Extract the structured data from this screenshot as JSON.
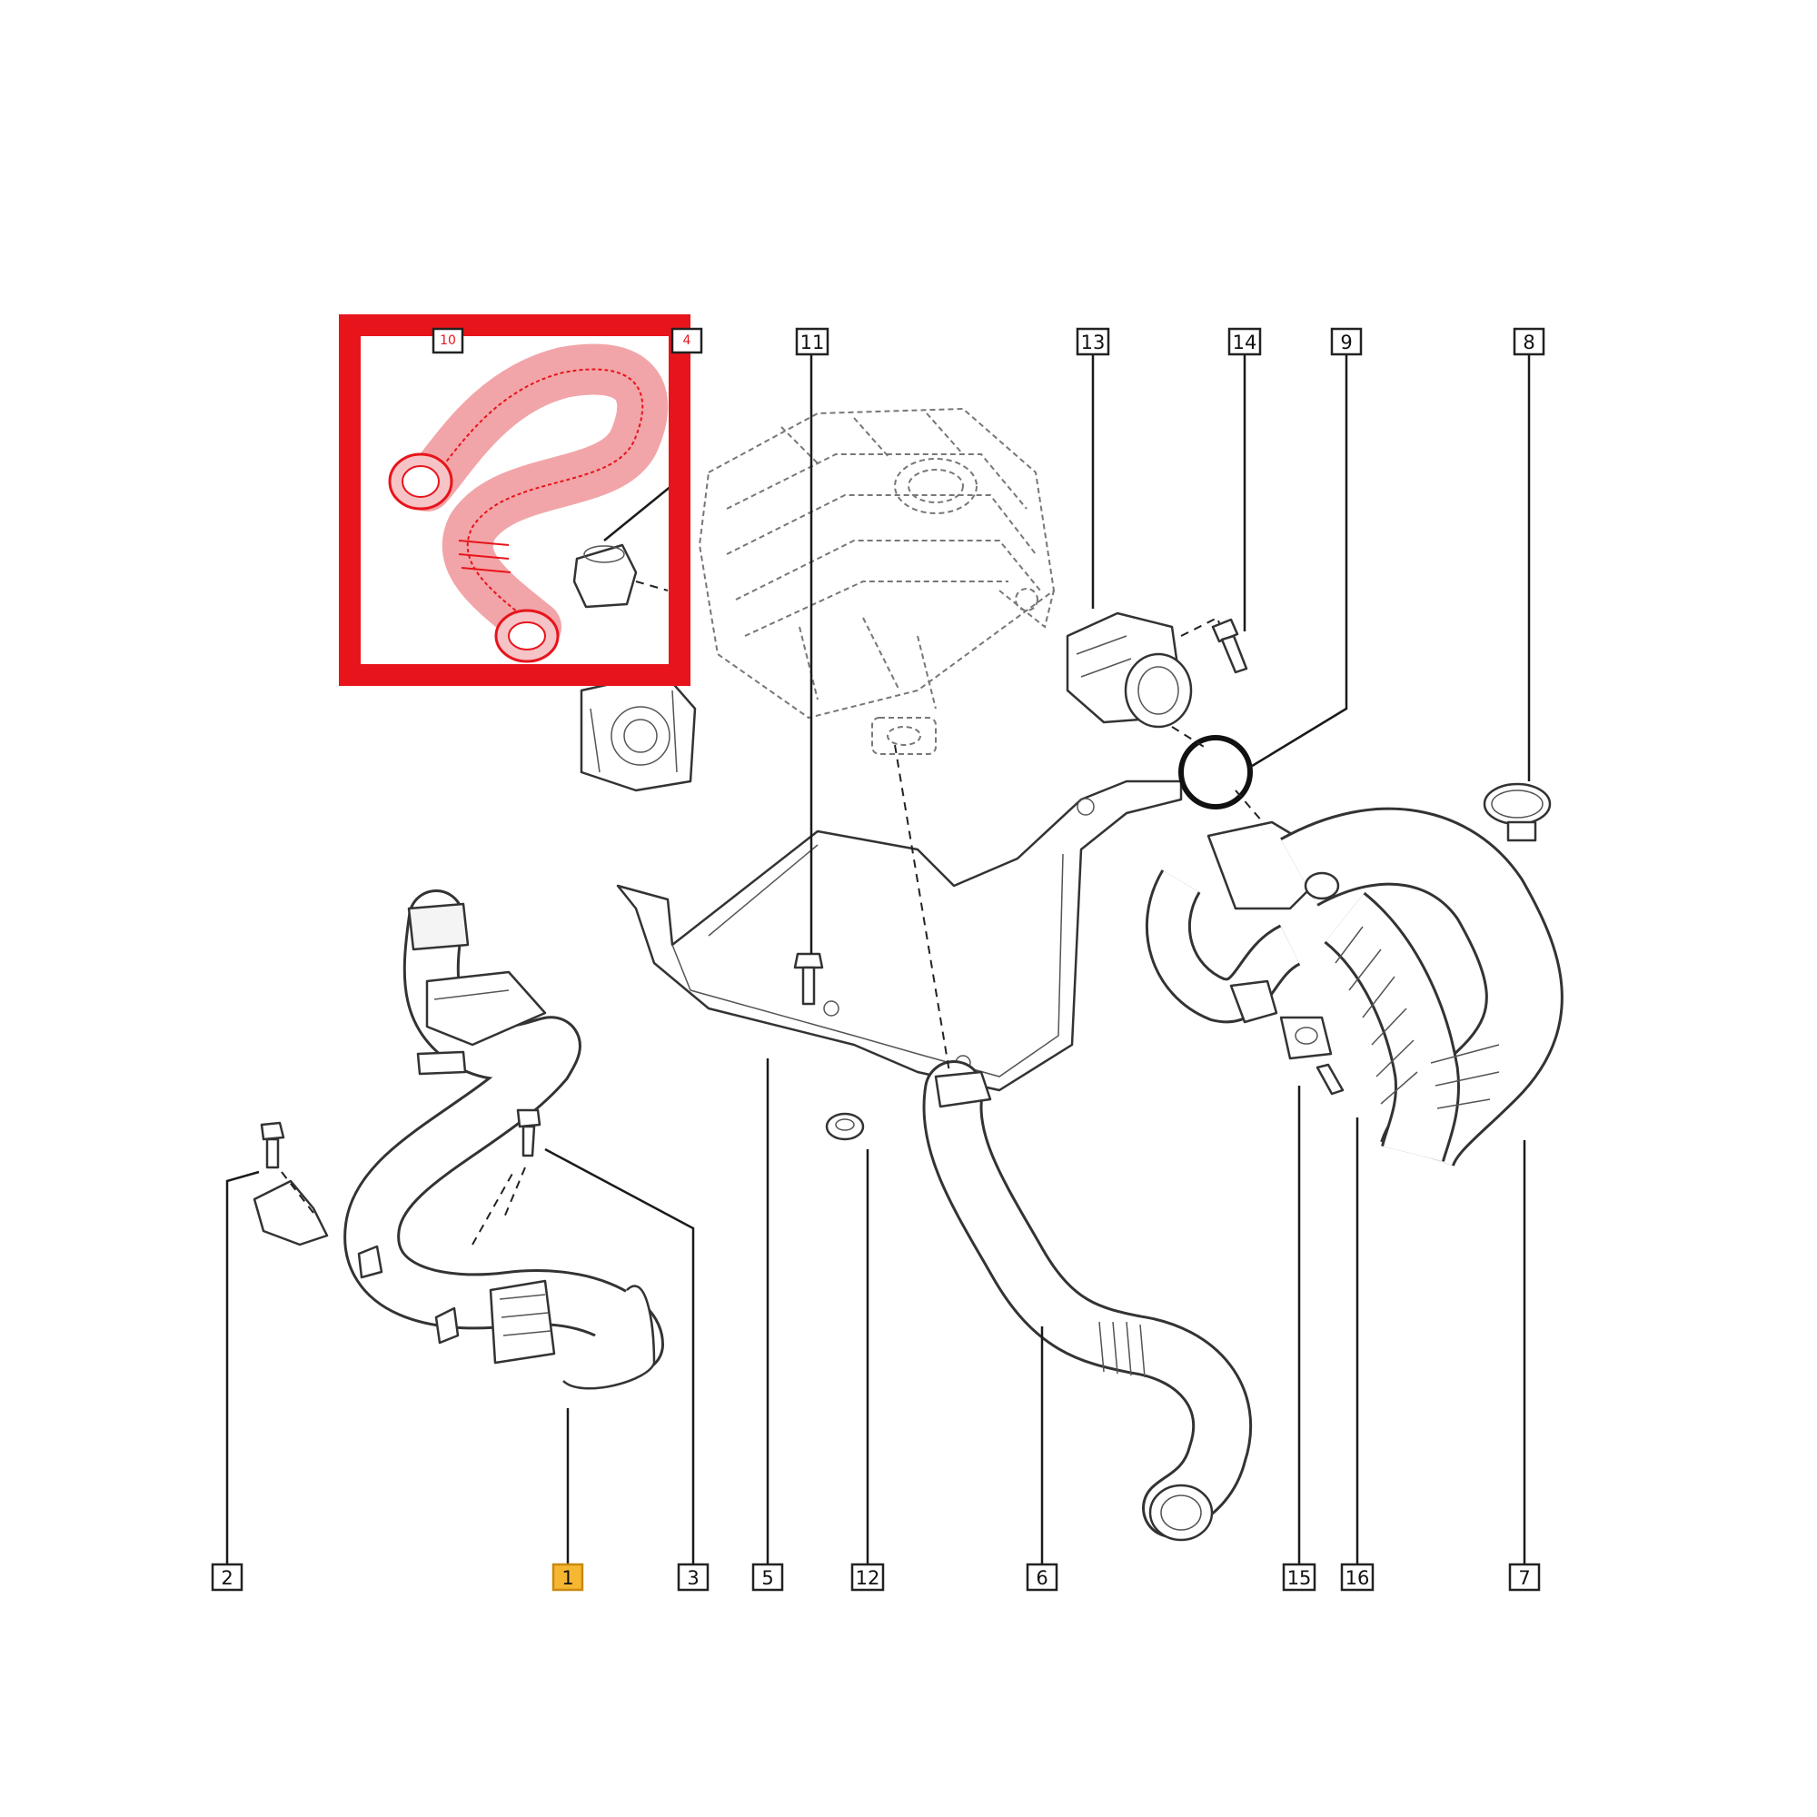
{
  "diagram": {
    "highlight_color": "#e8141c",
    "selected_label_color": "#f5b731",
    "labels": [
      {
        "id": "label-10",
        "text": "10"
      },
      {
        "id": "label-4",
        "text": "4"
      },
      {
        "id": "label-11",
        "text": "11"
      },
      {
        "id": "label-13",
        "text": "13"
      },
      {
        "id": "label-14",
        "text": "14"
      },
      {
        "id": "label-9",
        "text": "9"
      },
      {
        "id": "label-8",
        "text": "8"
      },
      {
        "id": "label-2",
        "text": "2"
      },
      {
        "id": "label-1",
        "text": "1",
        "selected": true
      },
      {
        "id": "label-3",
        "text": "3"
      },
      {
        "id": "label-5",
        "text": "5"
      },
      {
        "id": "label-12",
        "text": "12"
      },
      {
        "id": "label-6",
        "text": "6"
      },
      {
        "id": "label-15",
        "text": "15"
      },
      {
        "id": "label-16",
        "text": "16"
      },
      {
        "id": "label-7",
        "text": "7"
      }
    ]
  }
}
